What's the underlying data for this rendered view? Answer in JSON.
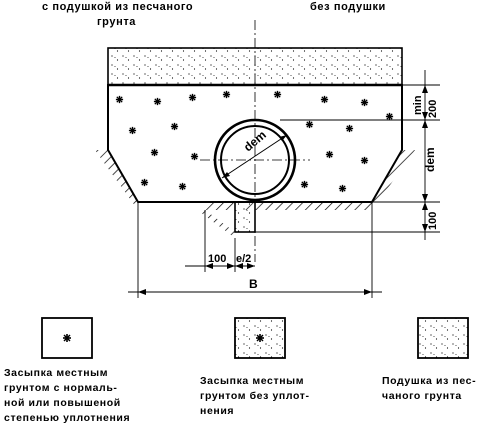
{
  "header": {
    "left_line1": "с подушкой из песчаного",
    "left_line2": "грунта",
    "right": "без подушки"
  },
  "dimensions": {
    "pipe_diameter": "dem",
    "trench_depth": "dem",
    "min_cover_label": "min",
    "min_cover_value": "200",
    "cushion_depth": "100",
    "cushion_offset": "100",
    "half_trench": "e/2",
    "trench_width": "B"
  },
  "legend": [
    {
      "lines": [
        "Засыпка местным",
        "грунтом с нормаль-",
        "ной или повышеной",
        "степенью уплотнения"
      ]
    },
    {
      "lines": [
        "Засыпка местным",
        "грунтом без уплот-",
        "нения"
      ]
    },
    {
      "lines": [
        "Подушка из пес-",
        "чаного грунта"
      ]
    }
  ]
}
